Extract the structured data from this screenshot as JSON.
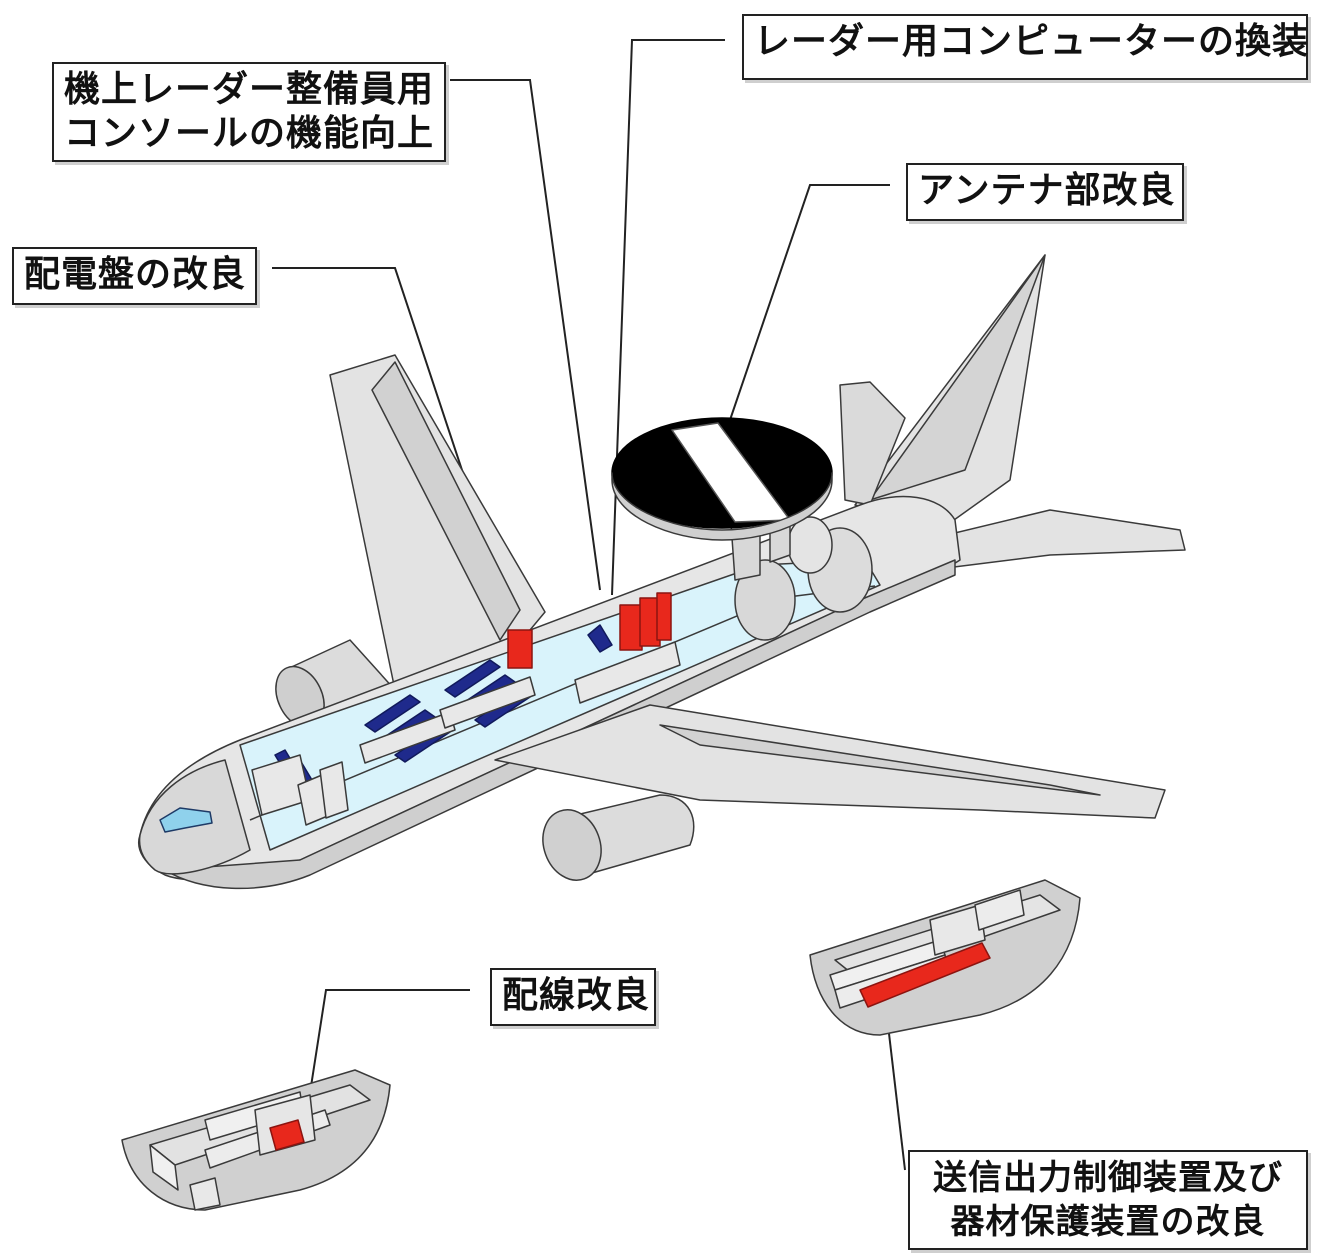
{
  "callouts": {
    "radar_computer": "レーダー用コンピューターの換装",
    "console_line1": "機上レーダー整備員用",
    "console_line2": "コンソールの機能向上",
    "antenna": "アンテナ部改良",
    "power_panel": "配電盤の改良",
    "wiring": "配線改良",
    "transmitter_line1": "送信出力制御装置及び",
    "transmitter_line2": "器材保護装置の改良"
  },
  "colors": {
    "fuselage": "#e6e6e6",
    "cabin_interior": "#d9f3fb",
    "modified_equipment": "#e8281c",
    "consoles": "#1f2a8c",
    "rotodome": "#000000",
    "outline": "#222222"
  }
}
